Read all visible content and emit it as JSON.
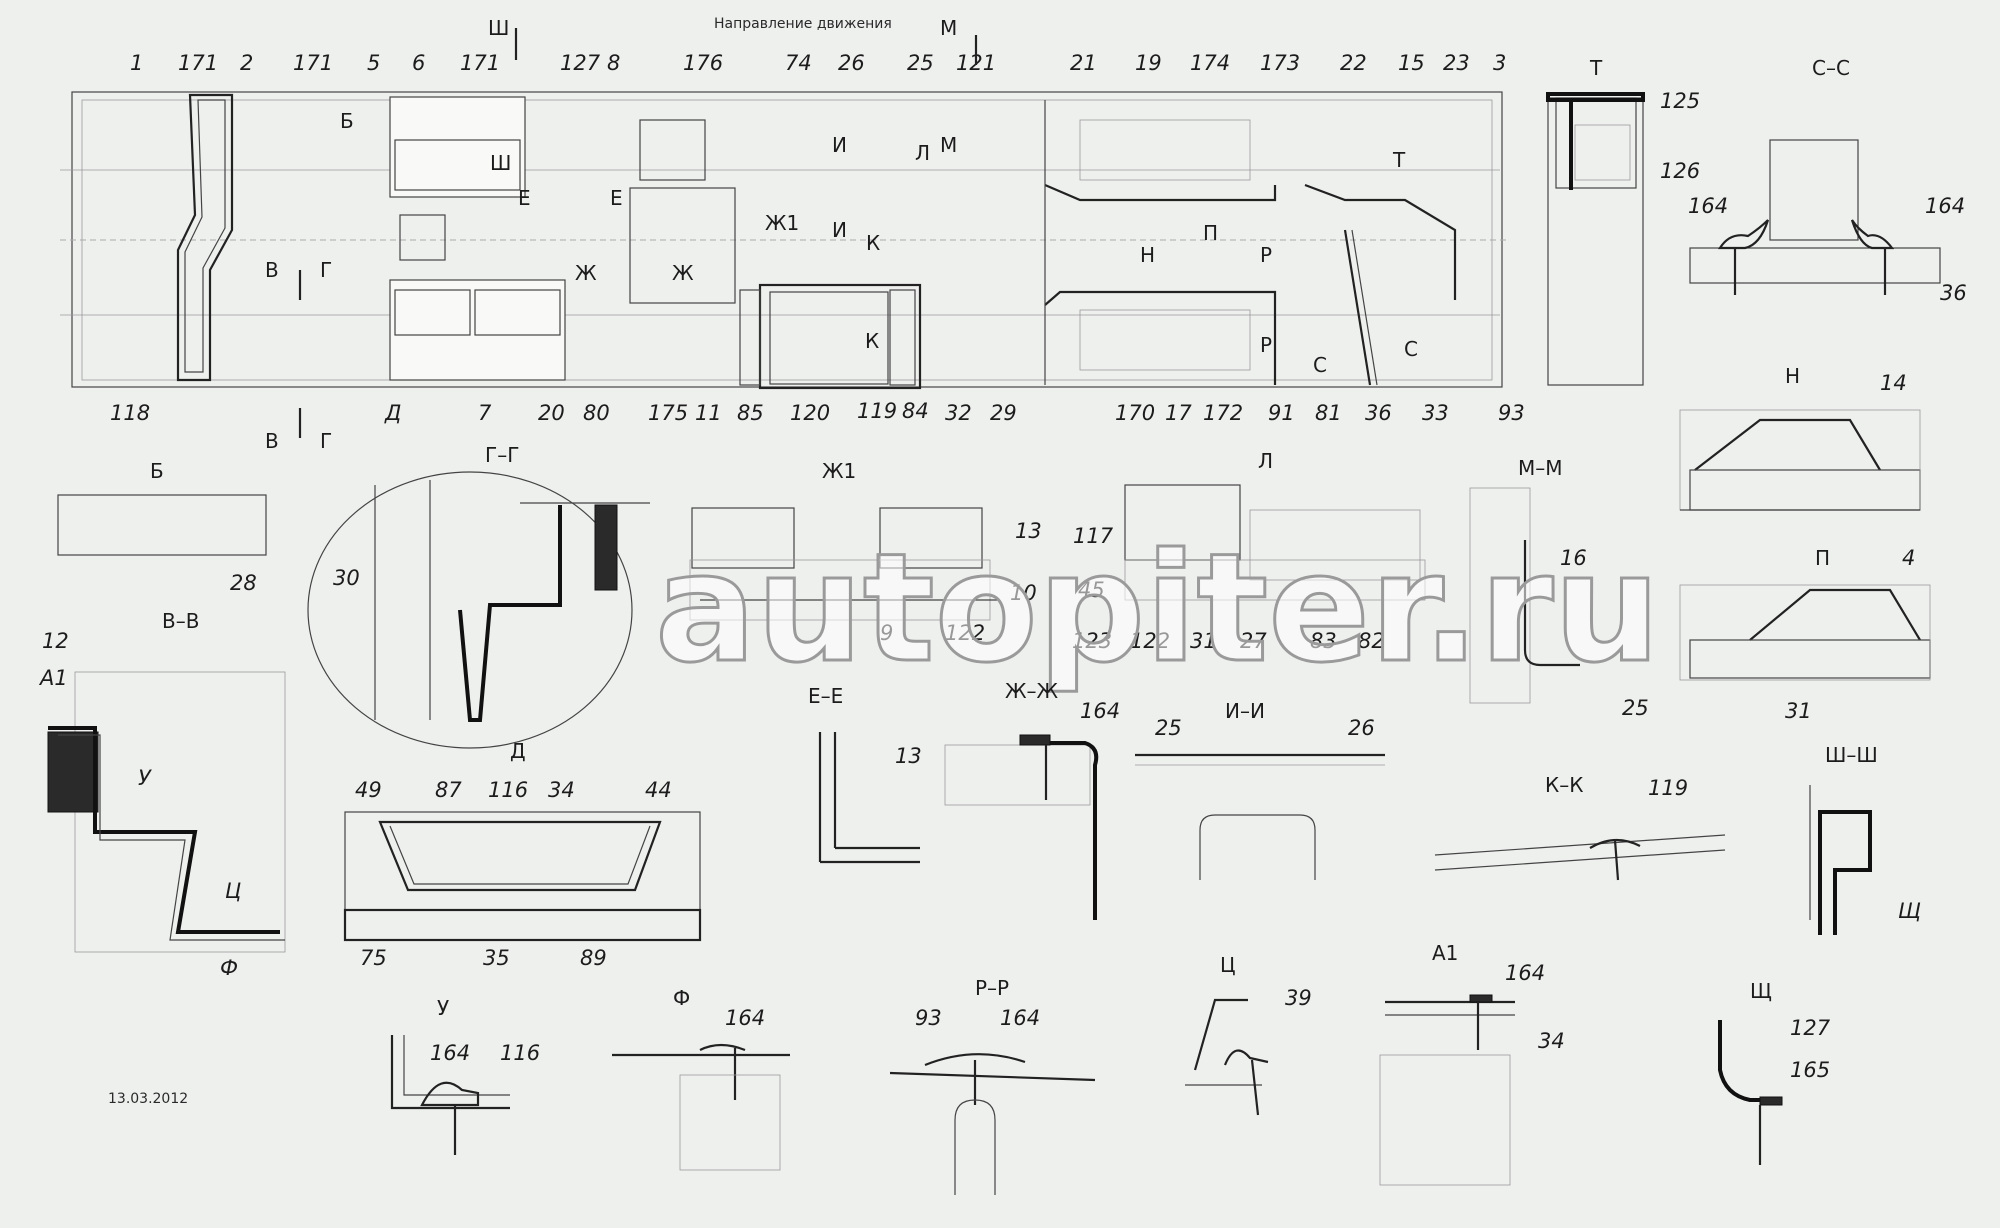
{
  "header": {
    "direction_label": "Направление движения",
    "date_stamp": "13.03.2012"
  },
  "watermark": {
    "text": "autopiter.ru"
  },
  "colors": {
    "background": "#eef0ee",
    "ink": "#1c1c1c"
  },
  "labels": {
    "top": [
      "1",
      "171",
      "2",
      "171",
      "5",
      "6",
      "171",
      "127",
      "8",
      "176",
      "74",
      "26",
      "25",
      "121",
      "21",
      "19",
      "174",
      "173",
      "22",
      "15",
      "23",
      "3"
    ],
    "bottom": [
      "118",
      "Д",
      "7",
      "20",
      "80",
      "175",
      "11",
      "85",
      "120",
      "119",
      "84",
      "32",
      "29",
      "170",
      "17",
      "172",
      "91",
      "81",
      "36",
      "33",
      "93"
    ],
    "plan_sections": [
      "Ш",
      "М",
      "Б",
      "Ш",
      "Е",
      "Е",
      "И",
      "Л",
      "М",
      "И",
      "К",
      "Ж1",
      "Ж",
      "Ж",
      "В",
      "Г",
      "К",
      "П",
      "Н",
      "Р",
      "Р",
      "С",
      "С",
      "Т",
      "В",
      "Г"
    ],
    "right": [
      "125",
      "126",
      "164",
      "164",
      "36",
      "14",
      "4",
      "25",
      "31",
      "16"
    ],
    "mid": [
      "28",
      "12",
      "А1",
      "30",
      "13",
      "117",
      "10",
      "45",
      "9",
      "122",
      "123",
      "122",
      "31",
      "27",
      "83",
      "82",
      "У",
      "Ц",
      "Ф"
    ],
    "lower": [
      "49",
      "87",
      "116",
      "34",
      "44",
      "75",
      "35",
      "89",
      "13",
      "164",
      "25",
      "26",
      "119",
      "164",
      "116",
      "164",
      "93",
      "164",
      "39",
      "164",
      "34",
      "127",
      "165",
      "Щ"
    ]
  },
  "section_titles": {
    "t": "Т",
    "cc": "С–С",
    "n": "Н",
    "p": "П",
    "b": "Б",
    "gg": "Г–Г",
    "zh1": "Ж1",
    "l": "Л",
    "mm": "М–М",
    "vv": "В–В",
    "d": "Д",
    "ee": "Е–Е",
    "zhzh": "Ж–Ж",
    "ii": "И–И",
    "kk": "К–К",
    "shsh": "Ш–Ш",
    "u": "У",
    "f": "Ф",
    "rr": "Р–Р",
    "ts": "Ц",
    "a1": "А1",
    "shch": "Щ"
  }
}
